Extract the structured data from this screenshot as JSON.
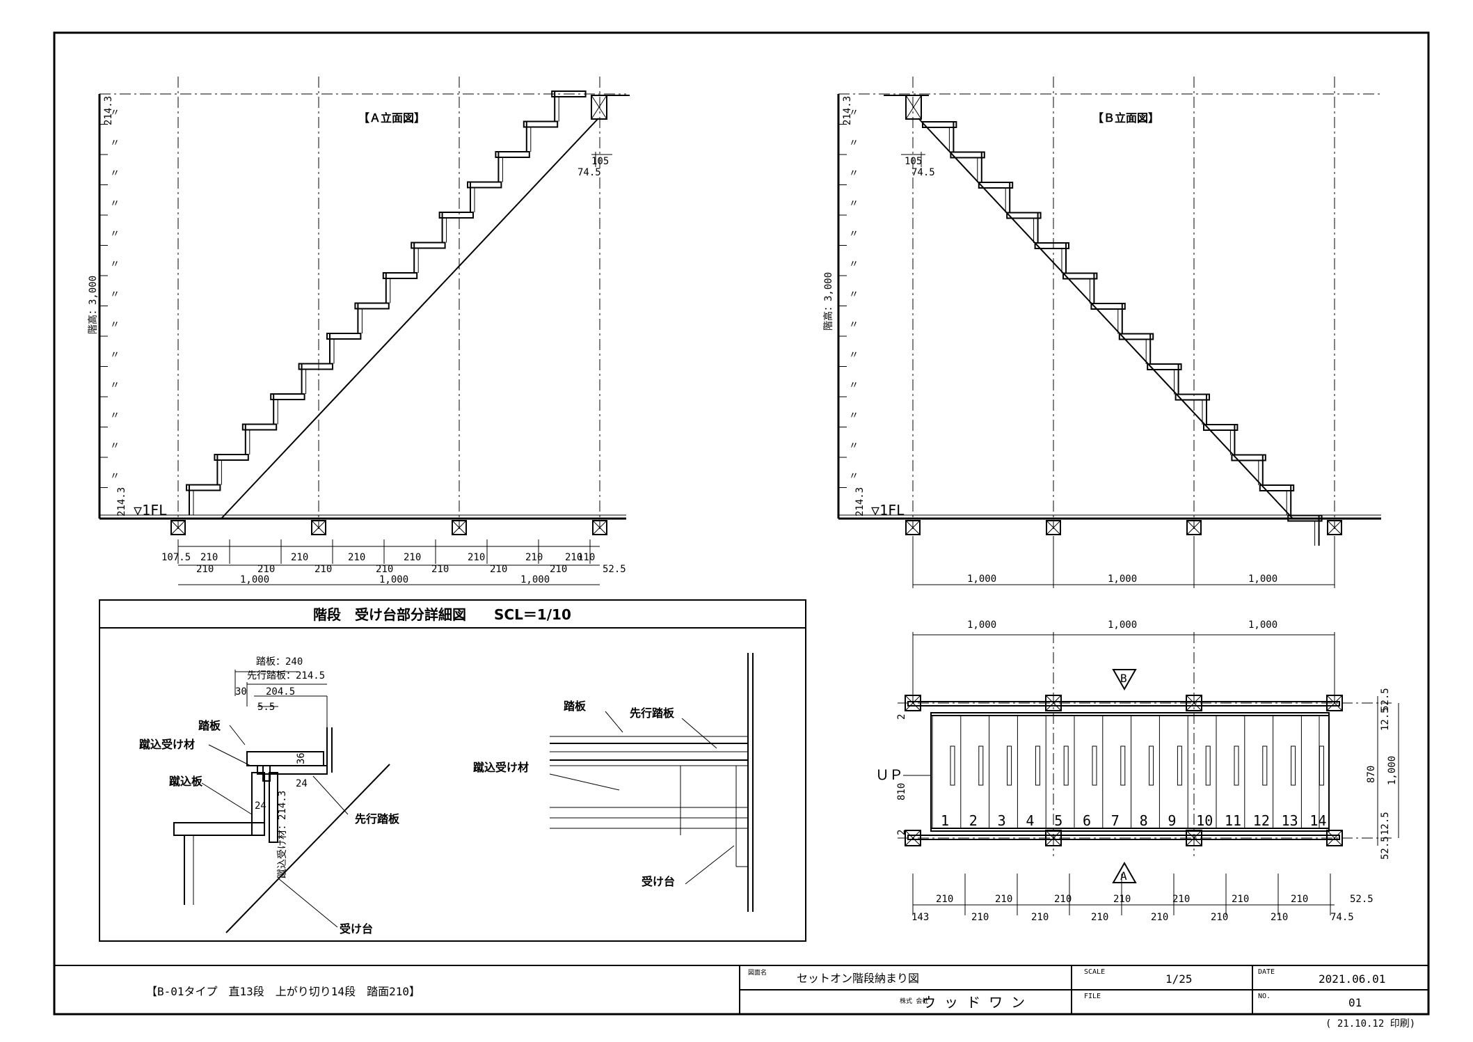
{
  "elevation_a": {
    "title": "【Ａ立面図】",
    "floor_label": "▽1FL",
    "height_label": "階高：3,000",
    "riser_top": "214.3",
    "riser_bottom": "214.3",
    "ditto": "〃",
    "top_dims": [
      "105",
      "74.5"
    ],
    "dims_row1": [
      "107.5",
      "210",
      "210",
      "210",
      "210",
      "210",
      "210",
      "210",
      "110"
    ],
    "dims_row2": [
      "210",
      "210",
      "210",
      "210",
      "210",
      "210",
      "210",
      "52.5"
    ],
    "dims_row3": [
      "1,000",
      "1,000",
      "1,000"
    ]
  },
  "elevation_b": {
    "title": "【Ｂ立面図】",
    "floor_label": "▽1FL",
    "height_label": "階高：3,000",
    "riser_top": "214.3",
    "riser_bottom": "214.3",
    "ditto": "〃",
    "top_dims": [
      "105",
      "74.5"
    ],
    "dims": [
      "1,000",
      "1,000",
      "1,000"
    ]
  },
  "detail": {
    "title": "階段　受け台部分詳細図　　SCL＝1/10",
    "tread_dim": "踏板：240",
    "leading_tread_dim": "先行踏板：214.5",
    "dim_30": "30",
    "dim_204": "204.5",
    "dim_55": "5.5",
    "dim_36": "36",
    "dim_24a": "24",
    "dim_24b": "24",
    "riser_support_dim": "蹴込受け材：214.3",
    "left_labels": {
      "tread": "踏板",
      "riser_support": "蹴込受け材",
      "riser_board": "蹴込板",
      "leading_tread": "先行踏板",
      "support_base": "受け台"
    },
    "right_labels": {
      "tread": "踏板",
      "leading_tread": "先行踏板",
      "riser_support": "蹴込受け材",
      "support_base": "受け台"
    }
  },
  "plan": {
    "top_dims": [
      "1,000",
      "1,000",
      "1,000"
    ],
    "mark_b": "B",
    "mark_a": "A",
    "up_label": "ＵＰ",
    "dim_810": "810",
    "dim_2_top": "2",
    "dim_2_bottom": "2",
    "step_numbers": [
      "1",
      "2",
      "3",
      "4",
      "5",
      "6",
      "7",
      "8",
      "9",
      "10",
      "11",
      "12",
      "13",
      "14"
    ],
    "right_dims": [
      "52.5",
      "12.5",
      "870",
      "1,000",
      "12.5",
      "52.5"
    ],
    "bottom_row1": [
      "210",
      "210",
      "210",
      "210",
      "210",
      "210",
      "210",
      "52.5"
    ],
    "bottom_row2": [
      "143",
      "210",
      "210",
      "210",
      "210",
      "210",
      "210",
      "74.5"
    ]
  },
  "title_block": {
    "type_label": "【B-01タイプ　直13段　上がり切り14段　踏面210】",
    "drawing_name_label": "図面名",
    "drawing_name": "セットオン階段納まり図",
    "company_prefix": "株式\n会社",
    "company": "ウ ッ ド ワ ン",
    "scale_label": "SCALE",
    "scale": "1/25",
    "file_label": "FILE",
    "date_label": "DATE",
    "date": "2021.06.01",
    "no_label": "NO.",
    "no": "01"
  },
  "print_note": "( 21.10.12 印刷)"
}
